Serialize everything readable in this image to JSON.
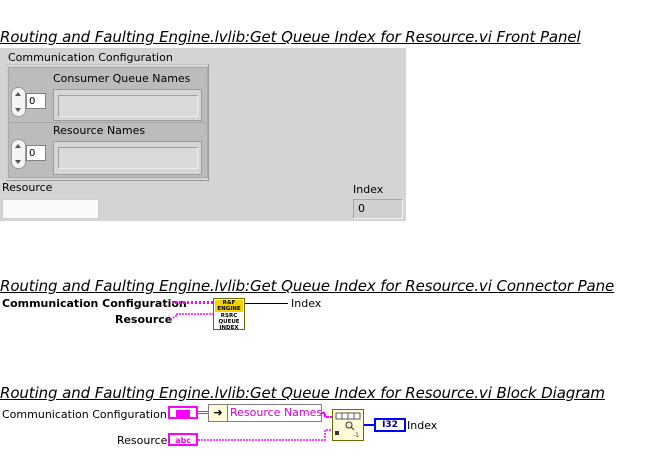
{
  "front_panel": {
    "title": "Routing and Faulting Engine.lvlib:Get Queue Index for Resource.vi Front Panel",
    "cluster_label": "Communication Configuration",
    "consumer_queue": {
      "label": "Consumer Queue Names",
      "index": "0"
    },
    "resource_names": {
      "label": "Resource Names",
      "index": "0"
    },
    "resource": {
      "label": "Resource",
      "value": ""
    },
    "index": {
      "label": "Index",
      "value": "0"
    }
  },
  "connector_pane": {
    "title": "Routing and Faulting Engine.lvlib:Get Queue Index for Resource.vi Connector Pane",
    "input1": "Communication Configuration",
    "input2": "Resource",
    "output": "Index",
    "icon_lines": [
      "R&F",
      "ENGINE",
      "RSRC",
      "QUEUE",
      "INDEX"
    ]
  },
  "block_diagram": {
    "title": "Routing and Faulting Engine.lvlib:Get Queue Index for Resource.vi Block Diagram",
    "input1": "Communication Configuration",
    "input2": "Resource",
    "unbundle_label": "Resource Names",
    "output_terminal": "I32",
    "output": "Index",
    "string_terminal": "abc"
  },
  "colors": {
    "panel": "#d4d4d4",
    "wire_string": "#ff00ff",
    "wire_int": "#0000ff"
  }
}
